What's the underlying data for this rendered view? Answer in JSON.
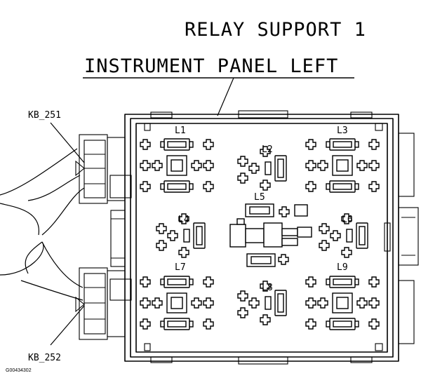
{
  "title_line1": "RELAY SUPPORT 1",
  "title_line2": "INSTRUMENT PANEL LEFT",
  "connector_labels": [
    "KB_251",
    "KB_252"
  ],
  "relay_labels": [
    "L1",
    "L2",
    "L3",
    "L4",
    "L5",
    "L6",
    "L7",
    "L8",
    "L9"
  ],
  "figure_id": "G00434302"
}
